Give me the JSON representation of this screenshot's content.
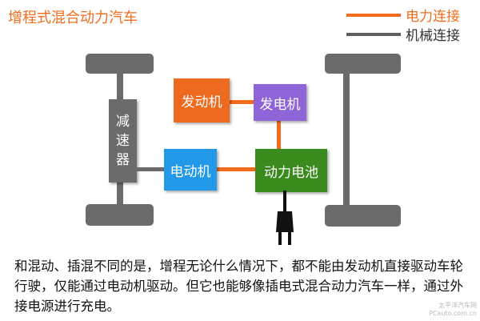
{
  "title": "增程式混合动力汽车",
  "legend": {
    "electric": {
      "label": "电力连接",
      "color": "#f26c1c"
    },
    "mechanical": {
      "label": "机械连接",
      "color": "#5f5f5f"
    }
  },
  "components": {
    "engine": {
      "label": "发动机",
      "color": "#ee6a1e"
    },
    "generator": {
      "label": "发电机",
      "color": "#8f64d9"
    },
    "motor": {
      "label": "电动机",
      "color": "#2199e8"
    },
    "battery": {
      "label": "动力电池",
      "color": "#3a8a1e"
    },
    "reducer": {
      "label_chars": [
        "减",
        "速",
        "器"
      ],
      "color": "#6b6b6b"
    }
  },
  "caption": "和混动、插混不同的是，增程无论什么情况下，都不能由发动机直接驱动车轮行驶，仅能通过电动机驱动。但它也能够像插电式混合动力汽车一样，通过外接电源进行充电。",
  "watermark": {
    "line1": "太平洋汽车网",
    "line2": "PCauto.com.cn"
  }
}
